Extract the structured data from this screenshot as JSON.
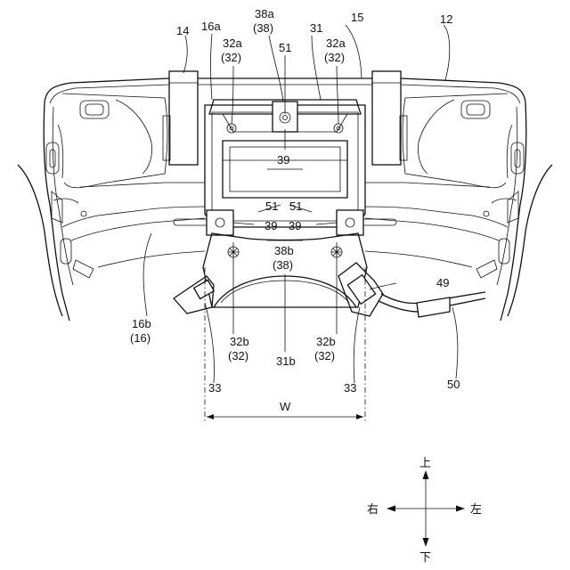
{
  "labels": {
    "l12": "12",
    "l14": "14",
    "l15": "15",
    "l16a": "16a",
    "l31": "31",
    "l32a_left": "32a",
    "l32a_left_paren": "(32)",
    "l32a_right": "32a",
    "l32a_right_paren": "(32)",
    "l38a": "38a",
    "l38a_paren": "(38)",
    "l51_top": "51",
    "l39_top": "39",
    "l51_mid_left": "51",
    "l51_mid_right": "51",
    "l39_mid_left": "39",
    "l39_mid_right": "39",
    "l38b": "38b",
    "l38b_paren": "(38)",
    "l49": "49",
    "l50": "50",
    "l16b": "16b",
    "l16b_paren": "(16)",
    "l32b_left": "32b",
    "l32b_left_paren": "(32)",
    "l32b_right": "32b",
    "l32b_right_paren": "(32)",
    "l31b": "31b",
    "l33_left": "33",
    "l33_right": "33",
    "lW": "W"
  },
  "compass": {
    "up": "上",
    "down": "下",
    "right": "右",
    "left": "左"
  }
}
